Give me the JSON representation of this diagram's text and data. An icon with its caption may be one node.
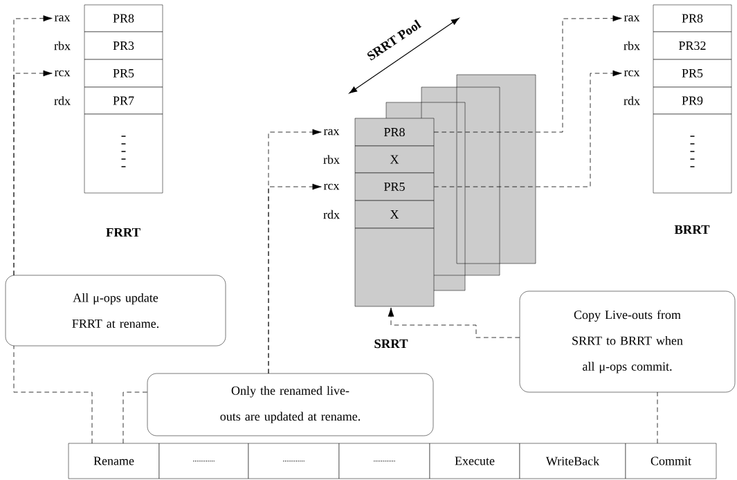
{
  "diagram": {
    "nodes": [
      {
        "text": [
          "rax"
        ]
      },
      {
        "text": [
          "rbx"
        ]
      },
      {
        "text": [
          "rcx"
        ]
      },
      {
        "text": [
          "rdx"
        ]
      },
      {
        "text": [
          "PR8"
        ]
      },
      {
        "text": [
          "PR3"
        ]
      },
      {
        "text": [
          "PR5"
        ]
      },
      {
        "text": [
          "PR7"
        ]
      },
      {
        "text": [],
        "shape": "box"
      },
      {
        "text": [
          "rax"
        ]
      },
      {
        "text": [
          "rbx"
        ]
      },
      {
        "text": [
          "rcx"
        ]
      },
      {
        "text": [
          "rdx"
        ]
      },
      {
        "text": [
          "PR8"
        ]
      },
      {
        "text": [
          "X"
        ]
      },
      {
        "text": [
          "PR5"
        ]
      },
      {
        "text": [
          "X"
        ]
      },
      {
        "text": [],
        "shape": "box"
      },
      {
        "text": [
          "rax"
        ]
      },
      {
        "text": [
          "rbx"
        ]
      },
      {
        "text": [
          "rcx"
        ]
      },
      {
        "text": [
          "rdx"
        ]
      },
      {
        "text": [
          "PR8"
        ]
      },
      {
        "text": [
          "PR32"
        ]
      },
      {
        "text": [
          "PR5"
        ]
      },
      {
        "text": [
          "PR9"
        ]
      },
      {
        "text": [],
        "shape": "box"
      },
      {
        "text": [
          "All μ-ops update FRRT at rename."
        ]
      },
      {
        "text": [
          "Copy Live-outs from SRRT to BRRT when all μ-ops commit."
        ]
      },
      {
        "text": [
          "Only the renamed live-outs are updated at rename."
        ]
      },
      {
        "text": [
          "Rename"
        ]
      },
      {
        "text": [
          "............"
        ]
      },
      {
        "text": [
          "............"
        ]
      },
      {
        "text": [
          "............"
        ]
      },
      {
        "text": [
          "Execute"
        ]
      },
      {
        "text": [
          "WriteBack"
        ]
      },
      {
        "text": [
          "Commit"
        ]
      }
    ],
    "edges": [
      {
        "from": 30,
        "to": 27,
        "arrow": "none",
        "style": "dashed"
      },
      {
        "from": 27,
        "to": 0,
        "arrow": "to",
        "style": "dashed"
      },
      {
        "from": 27,
        "to": 2,
        "arrow": "to",
        "style": "dashed"
      },
      {
        "from": 30,
        "to": 29,
        "arrow": "none",
        "style": "dashed"
      },
      {
        "from": 29,
        "to": 9,
        "arrow": "to",
        "style": "dashed"
      },
      {
        "from": 29,
        "to": 11,
        "arrow": "to",
        "style": "dashed"
      },
      {
        "from": 13,
        "to": 18,
        "arrow": "to",
        "style": "dashed"
      },
      {
        "from": 15,
        "to": 20,
        "arrow": "to",
        "style": "dashed"
      },
      {
        "from": 36,
        "to": 28,
        "arrow": "none",
        "style": "dashed"
      },
      {
        "from": 28,
        "to": 17,
        "arrow": "to",
        "style": "dashed"
      }
    ],
    "labels": [
      "SRRT Pool",
      "FRRT",
      "BRRT",
      "SRRT"
    ]
  }
}
